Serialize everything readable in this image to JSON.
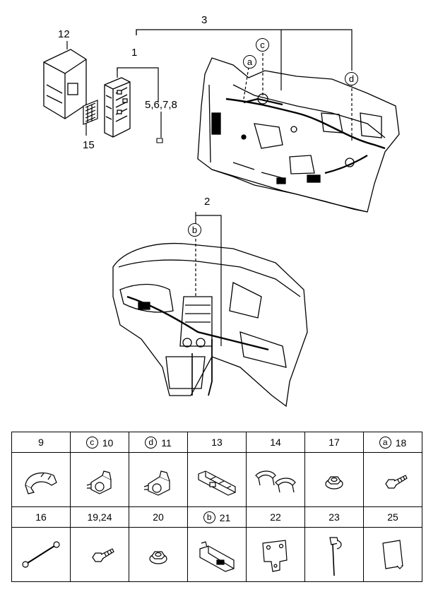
{
  "callouts": {
    "n1": "1",
    "n2": "2",
    "n3": "3",
    "n12": "12",
    "n15": "15",
    "n5678": "5,6,7,8"
  },
  "circle_letters": {
    "a": "a",
    "b": "b",
    "c": "c",
    "d": "d"
  },
  "parts_table": {
    "row1": [
      {
        "num": "9",
        "circle": "",
        "icon": "clip-clamp-icon"
      },
      {
        "num": "10",
        "circle": "c",
        "icon": "grommet-connector-icon"
      },
      {
        "num": "11",
        "circle": "d",
        "icon": "grommet-connector-icon"
      },
      {
        "num": "13",
        "circle": "",
        "icon": "protector-bracket-icon"
      },
      {
        "num": "14",
        "circle": "",
        "icon": "harness-band-icon"
      },
      {
        "num": "17",
        "circle": "",
        "icon": "flange-nut-icon"
      },
      {
        "num": "18",
        "circle": "a",
        "icon": "bolt-icon"
      }
    ],
    "row2": [
      {
        "num": "16",
        "circle": "",
        "icon": "ground-strap-icon"
      },
      {
        "num": "19,24",
        "circle": "",
        "icon": "bolt-icon"
      },
      {
        "num": "20",
        "circle": "",
        "icon": "flange-nut-icon"
      },
      {
        "num": "21",
        "circle": "b",
        "icon": "connector-block-icon"
      },
      {
        "num": "22",
        "circle": "",
        "icon": "mounting-bracket-icon"
      },
      {
        "num": "23",
        "circle": "",
        "icon": "cable-tie-icon"
      },
      {
        "num": "25",
        "circle": "",
        "icon": "pad-plate-icon"
      }
    ]
  }
}
